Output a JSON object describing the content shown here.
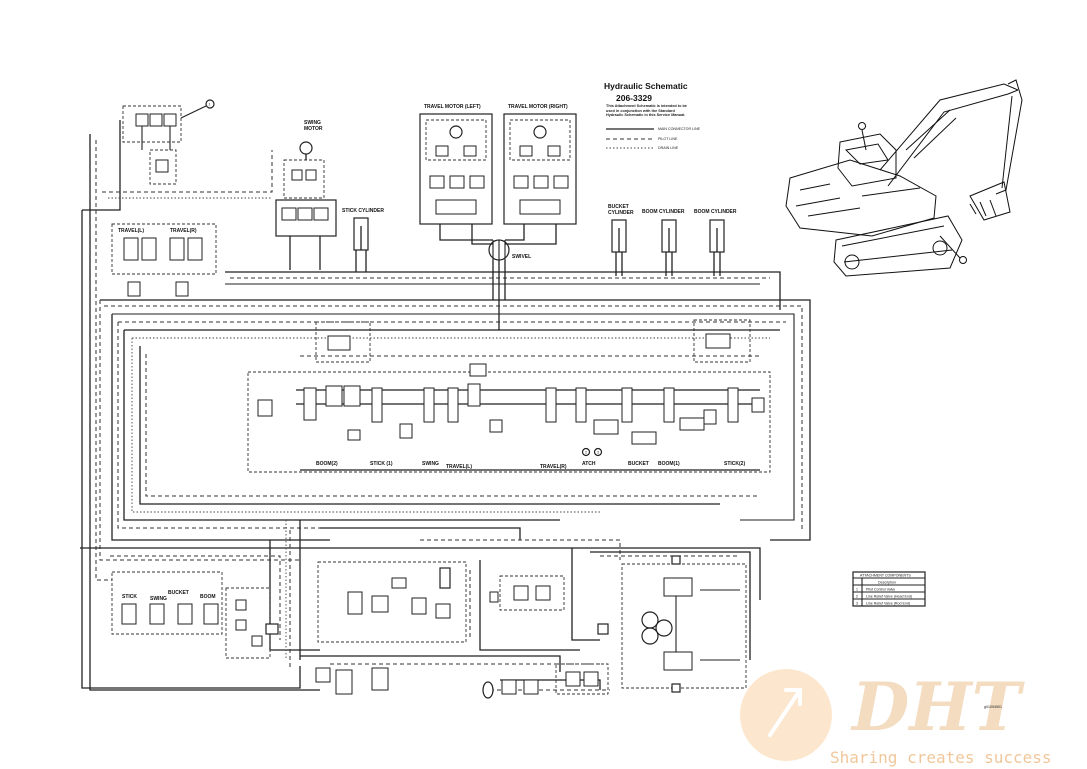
{
  "title": "Hydraulic Schematic",
  "part_number": "206-3329",
  "note": "This Attachment Schematic is intended to be used in conjunction with the Standard Hydraulic Schematic in this Service Manual.",
  "legend": {
    "main_connector": "MAIN CONNECTOR LINE",
    "pilot": "PILOT LINE",
    "drain": "DRAIN LINE"
  },
  "labels": {
    "travel_motor_left": "TRAVEL MOTOR (LEFT)",
    "travel_motor_right": "TRAVEL MOTOR (RIGHT)",
    "swing_motor_1": "SWING",
    "swing_motor_2": "MOTOR",
    "stick_cylinder": "STICK CYLINDER",
    "bucket_cylinder_1": "BUCKET",
    "bucket_cylinder_2": "CYLINDER",
    "boom_cylinder_1": "BOOM CYLINDER",
    "boom_cylinder_2": "BOOM CYLINDER",
    "swivel": "SWIVEL",
    "travel_l_top": "TRAVEL(L)",
    "travel_r_top": "TRAVEL(R)",
    "boom2": "BOOM(2)",
    "stick1": "STICK (1)",
    "swing": "SWING",
    "travel_l": "TRAVEL(L)",
    "travel_r": "TRAVEL(R)",
    "atch": "ATCH",
    "bucket": "BUCKET",
    "boom1": "BOOM(1)",
    "stick2": "STICK(2)",
    "pilot_stick": "STICK",
    "pilot_swing": "SWING",
    "pilot_bucket": "BUCKET",
    "pilot_boom": "BOOM"
  },
  "callouts": [
    "1",
    "2",
    "3"
  ],
  "components_table": {
    "title": "ATTACHMENT COMPONENTS",
    "header": [
      "",
      "Description"
    ],
    "rows": [
      [
        "1",
        "Pilot Control Valve"
      ],
      [
        "2",
        "Line Relief Valve (Head End)"
      ],
      [
        "3",
        "Line Relief Valve (Rod End)"
      ]
    ]
  },
  "illustration_code": "g01094501",
  "watermark": {
    "brand": "DHT",
    "tagline": "Sharing creates success"
  }
}
